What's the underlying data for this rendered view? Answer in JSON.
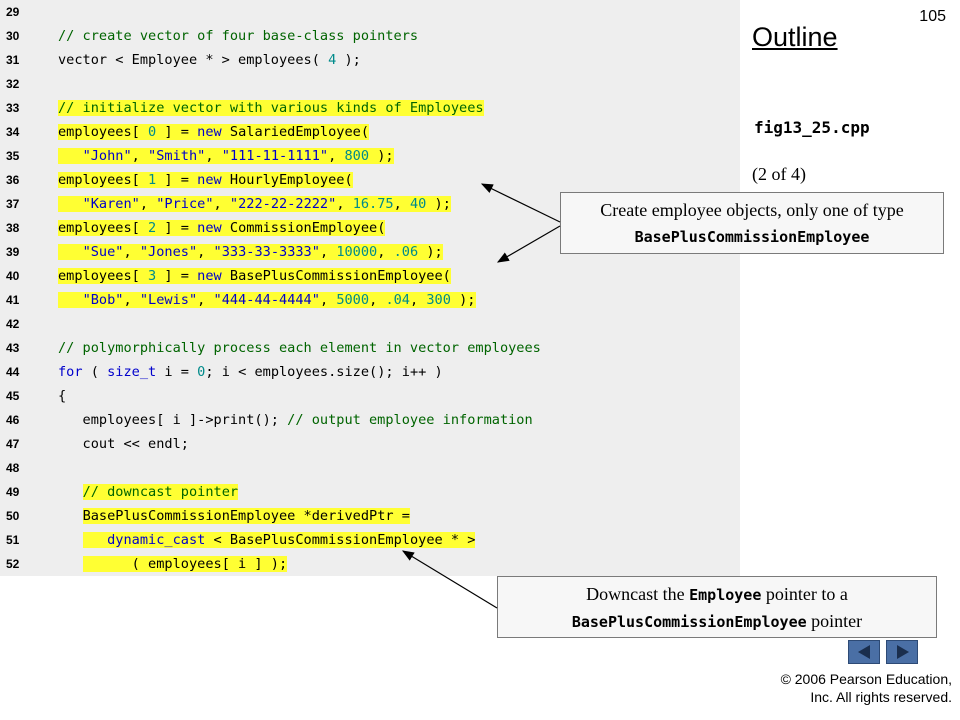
{
  "slide_number": "105",
  "outline": {
    "title": "Outline",
    "filename": "fig13_25.cpp",
    "page": "(2 of 4)"
  },
  "code_lines": [
    {
      "num": "29",
      "hl": false,
      "segments": []
    },
    {
      "num": "30",
      "hl": false,
      "segments": [
        {
          "t": "cm",
          "v": "// create vector of four base-class pointers"
        }
      ]
    },
    {
      "num": "31",
      "hl": false,
      "segments": [
        {
          "t": "tx",
          "v": "vector < Employee * > employees( "
        },
        {
          "t": "num",
          "v": "4"
        },
        {
          "t": "tx",
          "v": " );"
        }
      ]
    },
    {
      "num": "32",
      "hl": false,
      "segments": []
    },
    {
      "num": "33",
      "hl": true,
      "segments": [
        {
          "t": "cm",
          "v": "// initialize vector with various kinds of Employees"
        }
      ]
    },
    {
      "num": "34",
      "hl": true,
      "segments": [
        {
          "t": "tx",
          "v": "employees[ "
        },
        {
          "t": "num",
          "v": "0"
        },
        {
          "t": "tx",
          "v": " ] = "
        },
        {
          "t": "kw",
          "v": "new"
        },
        {
          "t": "tx",
          "v": " SalariedEmployee("
        }
      ]
    },
    {
      "num": "35",
      "hl": true,
      "segments": [
        {
          "t": "tx",
          "v": "   "
        },
        {
          "t": "str",
          "v": "\"John\""
        },
        {
          "t": "tx",
          "v": ", "
        },
        {
          "t": "str",
          "v": "\"Smith\""
        },
        {
          "t": "tx",
          "v": ", "
        },
        {
          "t": "str",
          "v": "\"111-11-1111\""
        },
        {
          "t": "tx",
          "v": ", "
        },
        {
          "t": "num",
          "v": "800"
        },
        {
          "t": "tx",
          "v": " );"
        }
      ]
    },
    {
      "num": "36",
      "hl": true,
      "segments": [
        {
          "t": "tx",
          "v": "employees[ "
        },
        {
          "t": "num",
          "v": "1"
        },
        {
          "t": "tx",
          "v": " ] = "
        },
        {
          "t": "kw",
          "v": "new"
        },
        {
          "t": "tx",
          "v": " HourlyEmployee("
        }
      ]
    },
    {
      "num": "37",
      "hl": true,
      "segments": [
        {
          "t": "tx",
          "v": "   "
        },
        {
          "t": "str",
          "v": "\"Karen\""
        },
        {
          "t": "tx",
          "v": ", "
        },
        {
          "t": "str",
          "v": "\"Price\""
        },
        {
          "t": "tx",
          "v": ", "
        },
        {
          "t": "str",
          "v": "\"222-22-2222\""
        },
        {
          "t": "tx",
          "v": ", "
        },
        {
          "t": "num",
          "v": "16.75"
        },
        {
          "t": "tx",
          "v": ", "
        },
        {
          "t": "num",
          "v": "40"
        },
        {
          "t": "tx",
          "v": " );"
        }
      ]
    },
    {
      "num": "38",
      "hl": true,
      "segments": [
        {
          "t": "tx",
          "v": "employees[ "
        },
        {
          "t": "num",
          "v": "2"
        },
        {
          "t": "tx",
          "v": " ] = "
        },
        {
          "t": "kw",
          "v": "new"
        },
        {
          "t": "tx",
          "v": " CommissionEmployee("
        }
      ]
    },
    {
      "num": "39",
      "hl": true,
      "segments": [
        {
          "t": "tx",
          "v": "   "
        },
        {
          "t": "str",
          "v": "\"Sue\""
        },
        {
          "t": "tx",
          "v": ", "
        },
        {
          "t": "str",
          "v": "\"Jones\""
        },
        {
          "t": "tx",
          "v": ", "
        },
        {
          "t": "str",
          "v": "\"333-33-3333\""
        },
        {
          "t": "tx",
          "v": ", "
        },
        {
          "t": "num",
          "v": "10000"
        },
        {
          "t": "tx",
          "v": ", "
        },
        {
          "t": "num",
          "v": ".06"
        },
        {
          "t": "tx",
          "v": " );"
        }
      ]
    },
    {
      "num": "40",
      "hl": true,
      "segments": [
        {
          "t": "tx",
          "v": "employees[ "
        },
        {
          "t": "num",
          "v": "3"
        },
        {
          "t": "tx",
          "v": " ] = "
        },
        {
          "t": "kw",
          "v": "new"
        },
        {
          "t": "tx",
          "v": " BasePlusCommissionEmployee("
        }
      ]
    },
    {
      "num": "41",
      "hl": true,
      "segments": [
        {
          "t": "tx",
          "v": "   "
        },
        {
          "t": "str",
          "v": "\"Bob\""
        },
        {
          "t": "tx",
          "v": ", "
        },
        {
          "t": "str",
          "v": "\"Lewis\""
        },
        {
          "t": "tx",
          "v": ", "
        },
        {
          "t": "str",
          "v": "\"444-44-4444\""
        },
        {
          "t": "tx",
          "v": ", "
        },
        {
          "t": "num",
          "v": "5000"
        },
        {
          "t": "tx",
          "v": ", "
        },
        {
          "t": "num",
          "v": ".04"
        },
        {
          "t": "tx",
          "v": ", "
        },
        {
          "t": "num",
          "v": "300"
        },
        {
          "t": "tx",
          "v": " );"
        }
      ]
    },
    {
      "num": "42",
      "hl": false,
      "segments": []
    },
    {
      "num": "43",
      "hl": false,
      "segments": [
        {
          "t": "cm",
          "v": "// polymorphically process each element in vector employees"
        }
      ]
    },
    {
      "num": "44",
      "hl": false,
      "segments": [
        {
          "t": "kw",
          "v": "for"
        },
        {
          "t": "tx",
          "v": " ( "
        },
        {
          "t": "kw",
          "v": "size_t"
        },
        {
          "t": "tx",
          "v": " i = "
        },
        {
          "t": "num",
          "v": "0"
        },
        {
          "t": "tx",
          "v": "; i < employees.size(); i++ )"
        }
      ]
    },
    {
      "num": "45",
      "hl": false,
      "segments": [
        {
          "t": "tx",
          "v": "{"
        }
      ]
    },
    {
      "num": "46",
      "hl": false,
      "segments": [
        {
          "t": "tx",
          "v": "   employees[ i ]->print(); "
        },
        {
          "t": "cm",
          "v": "// output employee information"
        }
      ]
    },
    {
      "num": "47",
      "hl": false,
      "segments": [
        {
          "t": "tx",
          "v": "   cout << endl;"
        }
      ]
    },
    {
      "num": "48",
      "hl": false,
      "segments": []
    },
    {
      "num": "49",
      "hl": true,
      "indent": "   ",
      "segments": [
        {
          "t": "cm",
          "v": "// downcast pointer"
        }
      ]
    },
    {
      "num": "50",
      "hl": true,
      "indent": "   ",
      "segments": [
        {
          "t": "tx",
          "v": "BasePlusCommissionEmployee *derivedPtr ="
        }
      ]
    },
    {
      "num": "51",
      "hl": true,
      "indent": "   ",
      "segments": [
        {
          "t": "tx",
          "v": "   "
        },
        {
          "t": "kw",
          "v": "dynamic_cast"
        },
        {
          "t": "tx",
          "v": " < BasePlusCommissionEmployee * >"
        }
      ]
    },
    {
      "num": "52",
      "hl": true,
      "indent": "   ",
      "segments": [
        {
          "t": "tx",
          "v": "      ( employees[ i ] );"
        }
      ]
    }
  ],
  "callouts": {
    "first": {
      "text_before": "Create employee objects, only one of type",
      "code": "BasePlusCommissionEmployee"
    },
    "second": {
      "text_before": "Downcast the ",
      "code_1": "Employee",
      "text_middle": " pointer to a",
      "code_2": "BasePlusCommissionEmployee",
      "text_after": " pointer"
    }
  },
  "navigation": {
    "prev_icon": "left-triangle-icon",
    "next_icon": "right-triangle-icon"
  },
  "copyright": {
    "line1": "© 2006 Pearson Education,",
    "line2": "Inc.  All rights reserved."
  },
  "colors": {
    "highlight": "#ffff33",
    "comment": "#006400",
    "keyword": "#0000cc",
    "number": "#008b8b",
    "code_background": "#eeeeee"
  }
}
